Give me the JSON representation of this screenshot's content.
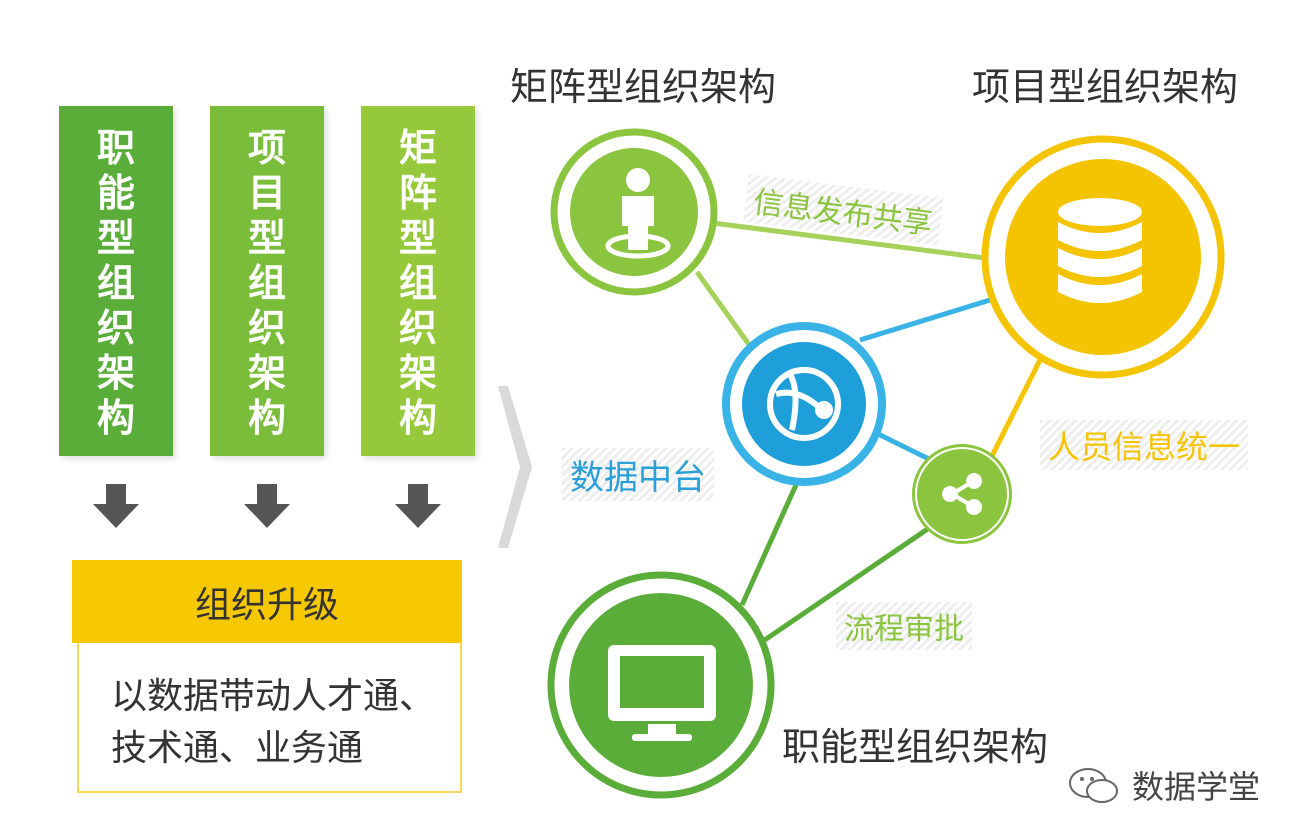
{
  "columns": [
    {
      "label": "职能型组织架构",
      "color": "#5bad3a"
    },
    {
      "label": "项目型组织架构",
      "color": "#79bd3b"
    },
    {
      "label": "矩阵型组织架构",
      "color": "#95c93b"
    }
  ],
  "upgrade": {
    "title": "组织升级",
    "line1": "以数据带动人才通、",
    "line2": "技术通、业务通"
  },
  "nodes": {
    "matrix": {
      "title": "矩阵型组织架构",
      "icon": "person-icon",
      "color": "#8bc43f"
    },
    "project": {
      "title": "项目型组织架构",
      "icon": "database-icon",
      "color": "#f5c400"
    },
    "hub": {
      "label": "数据中台",
      "icon": "globe-network-icon",
      "color": "#2a9fd8"
    },
    "share": {
      "icon": "share-icon",
      "color": "#8bc43f"
    },
    "functional": {
      "title": "职能型组织架构",
      "icon": "monitor-icon",
      "color": "#5bad3a"
    }
  },
  "connections": {
    "info_share": "信息发布共享",
    "hr_unify": "人员信息统一",
    "approval": "流程审批"
  },
  "watermark": "数据学堂"
}
